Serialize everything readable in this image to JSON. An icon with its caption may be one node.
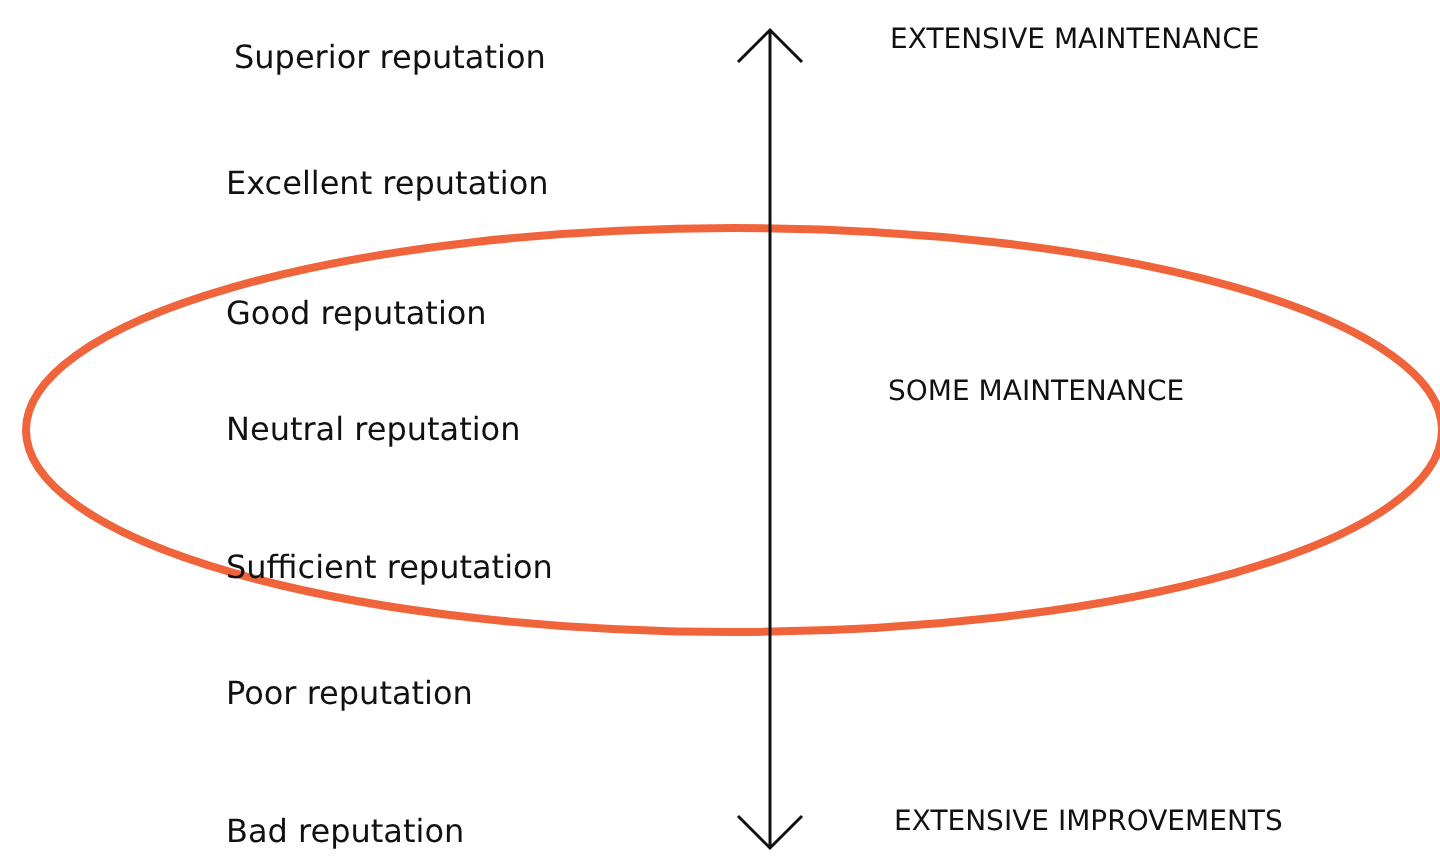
{
  "diagram": {
    "labels": [
      "Superior reputation",
      "EXTENSIVE MAINTENANCE",
      "Excellent reputation",
      "Good reputation",
      "SOME MAINTENANCE",
      "Neutral reputation",
      "Sufficient reputation",
      "Poor reputation",
      "Bad reputation",
      "EXTENSIVE IMPROVEMENTS"
    ]
  }
}
